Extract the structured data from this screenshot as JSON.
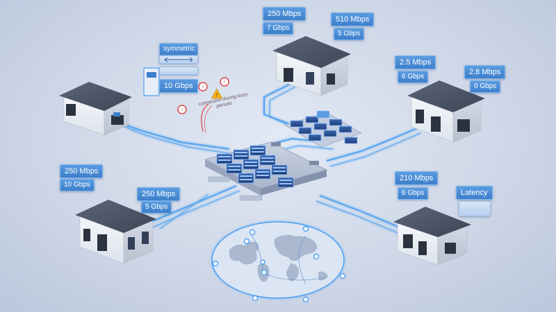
{
  "diagram": {
    "icons": {
      "warning": "warning-triangle-icon",
      "alert": "alert-pin-icon",
      "globe": "world-map-icon",
      "server": "server-rack-icon"
    },
    "colors": {
      "accent": "#3d7fcb",
      "link": "#4a9ff0",
      "building": "#f0f2f6",
      "roof": "#4a5568",
      "alert": "#e0474c",
      "warning": "#f2b01e"
    },
    "labels": {
      "top_left_box": {
        "line1": "symmetric",
        "line3": "10 Gbps"
      },
      "top_center": {
        "line1": "250 Mbps",
        "line2": "7 Gbps"
      },
      "top_center_right": {
        "line1": "510 Mbps",
        "line2": "5 Gbps"
      },
      "right_top_a": {
        "line1": "2.5 Mbps",
        "line2": "6 Gbps"
      },
      "right_top_b": {
        "line1": "2.8 Mbps",
        "line2": "0 Gbps"
      },
      "left_mid": {
        "line1": "250 Mbps",
        "line2": "10 Gbps"
      },
      "left_low": {
        "line1": "250 Mbps",
        "line2": "5 Gbps"
      },
      "right_low": {
        "line1": "210 Mbps",
        "line2": "6 Gbps"
      },
      "latency": {
        "title": "Latency"
      }
    },
    "warning_text": "connection during busy periods"
  }
}
